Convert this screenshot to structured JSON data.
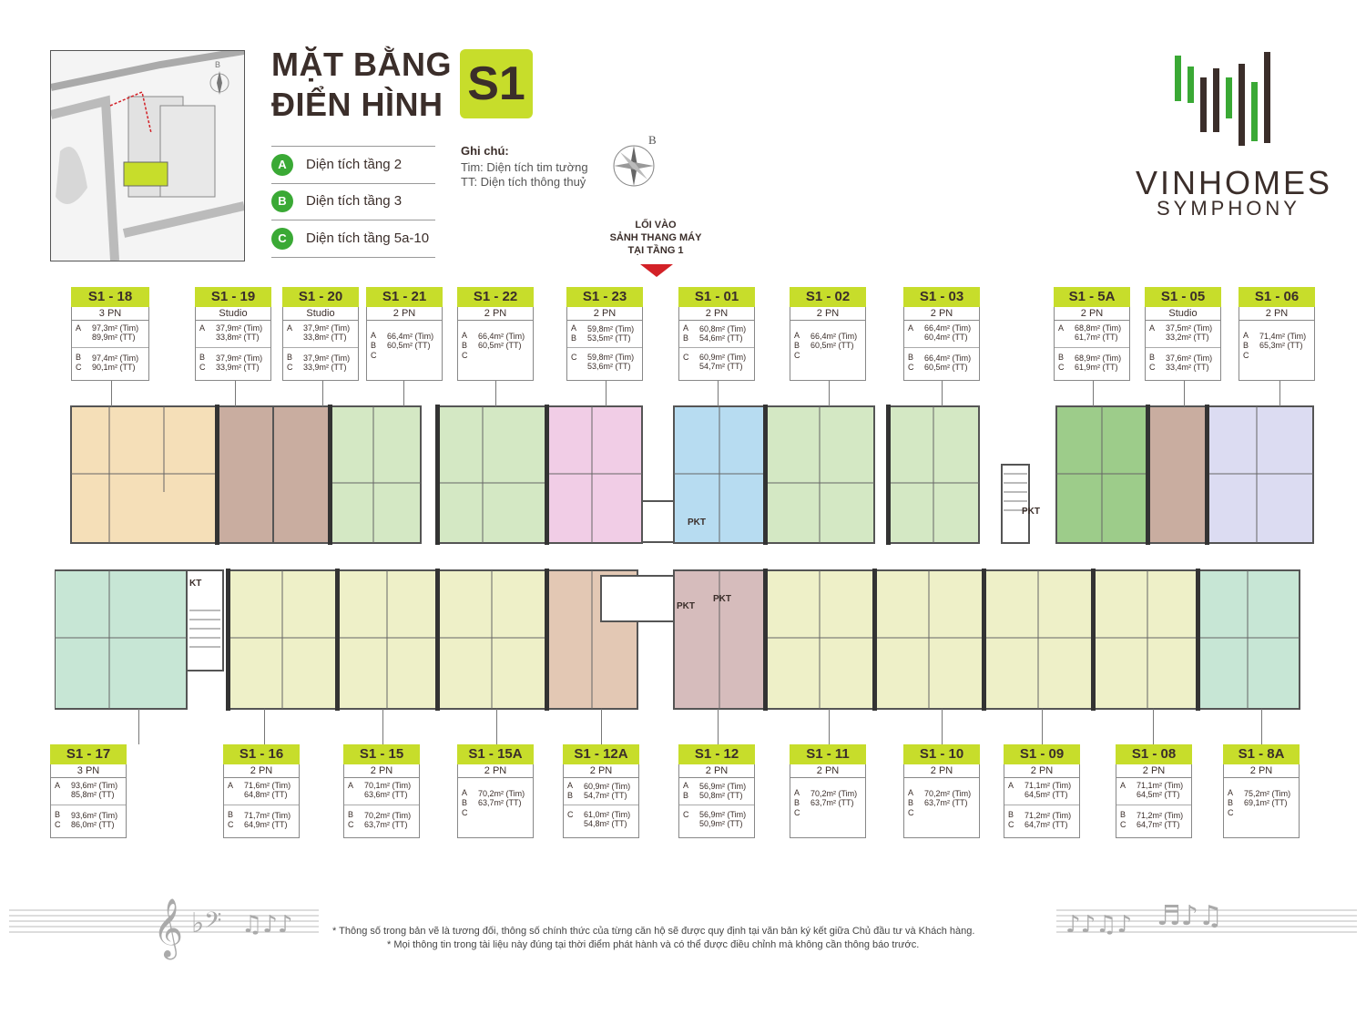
{
  "header": {
    "title_line1": "MẶT BẰNG",
    "title_line2": "ĐIỂN HÌNH",
    "building_code": "S1"
  },
  "legend": [
    {
      "letter": "A",
      "label": "Diện tích tầng 2"
    },
    {
      "letter": "B",
      "label": "Diện tích tầng 3"
    },
    {
      "letter": "C",
      "label": "Diện tích tầng 5a-10"
    }
  ],
  "notes": {
    "title": "Ghi chú:",
    "line1": "Tim: Diện tích tim tường",
    "line2": "TT: Diện tích thông thuỷ"
  },
  "compass_label": "B",
  "entry": {
    "line1": "LỐI VÀO",
    "line2": "SẢNH THANG MÁY",
    "line3": "TẠI TẦNG 1"
  },
  "brand": {
    "line1": "VINHOMES",
    "line2": "SYMPHONY"
  },
  "colors": {
    "accent": "#c7dd2b",
    "brand_green": "#3aa935",
    "text_dark": "#3b2e2a",
    "entry_arrow": "#d32127"
  },
  "plan_labels": {
    "pkt": "PKT",
    "kt": "KT"
  },
  "units_top": [
    {
      "code": "S1 - 18",
      "type": "3 PN",
      "rows": [
        {
          "letters": "A",
          "area": "97,3m² (Tim)\n89,9m² (TT)"
        },
        {
          "letters": "B\nC",
          "area": "97,4m² (Tim)\n90,1m² (TT)"
        }
      ]
    },
    {
      "code": "S1 - 19",
      "type": "Studio",
      "rows": [
        {
          "letters": "A",
          "area": "37,9m² (Tim)\n33,8m² (TT)"
        },
        {
          "letters": "B\nC",
          "area": "37,9m² (Tim)\n33,9m² (TT)"
        }
      ]
    },
    {
      "code": "S1 - 20",
      "type": "Studio",
      "rows": [
        {
          "letters": "A",
          "area": "37,9m² (Tim)\n33,8m² (TT)"
        },
        {
          "letters": "B\nC",
          "area": "37,9m² (Tim)\n33,9m² (TT)"
        }
      ]
    },
    {
      "code": "S1 - 21",
      "type": "2 PN",
      "rows": [
        {
          "letters": "A\nB\nC",
          "area": "66,4m² (Tim)\n60,5m² (TT)"
        }
      ]
    },
    {
      "code": "S1 - 22",
      "type": "2 PN",
      "rows": [
        {
          "letters": "A\nB\nC",
          "area": "66,4m² (Tim)\n60,5m² (TT)"
        }
      ]
    },
    {
      "code": "S1 - 23",
      "type": "2 PN",
      "rows": [
        {
          "letters": "A\nB",
          "area": "59,8m² (Tim)\n53,5m² (TT)"
        },
        {
          "letters": "C",
          "area": "59,8m² (Tim)\n53,6m² (TT)"
        }
      ]
    },
    {
      "code": "S1 - 01",
      "type": "2 PN",
      "rows": [
        {
          "letters": "A\nB",
          "area": "60,8m² (Tim)\n54,6m² (TT)"
        },
        {
          "letters": "C",
          "area": "60,9m² (Tim)\n54,7m² (TT)"
        }
      ]
    },
    {
      "code": "S1 - 02",
      "type": "2 PN",
      "rows": [
        {
          "letters": "A\nB\nC",
          "area": "66,4m² (Tim)\n60,5m² (TT)"
        }
      ]
    },
    {
      "code": "S1 - 03",
      "type": "2 PN",
      "rows": [
        {
          "letters": "A",
          "area": "66,4m² (Tim)\n60,4m² (TT)"
        },
        {
          "letters": "B\nC",
          "area": "66,4m² (Tim)\n60,5m² (TT)"
        }
      ]
    },
    {
      "code": "S1 - 5A",
      "type": "2 PN",
      "rows": [
        {
          "letters": "A",
          "area": "68,8m² (Tim)\n61,7m² (TT)"
        },
        {
          "letters": "B\nC",
          "area": "68,9m² (Tim)\n61,9m² (TT)"
        }
      ]
    },
    {
      "code": "S1 - 05",
      "type": "Studio",
      "rows": [
        {
          "letters": "A",
          "area": "37,5m² (Tim)\n33,2m² (TT)"
        },
        {
          "letters": "B\nC",
          "area": "37,6m² (Tim)\n33,4m² (TT)"
        }
      ]
    },
    {
      "code": "S1 - 06",
      "type": "2 PN",
      "rows": [
        {
          "letters": "A\nB\nC",
          "area": "71,4m² (Tim)\n65,3m² (TT)"
        }
      ]
    }
  ],
  "units_bottom": [
    {
      "code": "S1 - 17",
      "type": "3 PN",
      "rows": [
        {
          "letters": "A",
          "area": "93,6m² (Tim)\n85,8m² (TT)"
        },
        {
          "letters": "B\nC",
          "area": "93,6m² (Tim)\n86,0m² (TT)"
        }
      ]
    },
    {
      "code": "S1 - 16",
      "type": "2 PN",
      "rows": [
        {
          "letters": "A",
          "area": "71,6m² (Tim)\n64,8m² (TT)"
        },
        {
          "letters": "B\nC",
          "area": "71,7m² (Tim)\n64,9m² (TT)"
        }
      ]
    },
    {
      "code": "S1 - 15",
      "type": "2 PN",
      "rows": [
        {
          "letters": "A",
          "area": "70,1m² (Tim)\n63,6m² (TT)"
        },
        {
          "letters": "B\nC",
          "area": "70,2m² (Tim)\n63,7m² (TT)"
        }
      ]
    },
    {
      "code": "S1 - 15A",
      "type": "2 PN",
      "rows": [
        {
          "letters": "A\nB\nC",
          "area": "70,2m² (Tim)\n63,7m² (TT)"
        }
      ]
    },
    {
      "code": "S1 - 12A",
      "type": "2 PN",
      "rows": [
        {
          "letters": "A\nB",
          "area": "60,9m² (Tim)\n54,7m² (TT)"
        },
        {
          "letters": "C",
          "area": "61,0m² (Tim)\n54,8m² (TT)"
        }
      ]
    },
    {
      "code": "S1 - 12",
      "type": "2 PN",
      "rows": [
        {
          "letters": "A\nB",
          "area": "56,9m² (Tim)\n50,8m² (TT)"
        },
        {
          "letters": "C",
          "area": "56,9m² (Tim)\n50,9m² (TT)"
        }
      ]
    },
    {
      "code": "S1 - 11",
      "type": "2 PN",
      "rows": [
        {
          "letters": "A\nB\nC",
          "area": "70,2m² (Tim)\n63,7m² (TT)"
        }
      ]
    },
    {
      "code": "S1 - 10",
      "type": "2 PN",
      "rows": [
        {
          "letters": "A\nB\nC",
          "area": "70,2m² (Tim)\n63,7m² (TT)"
        }
      ]
    },
    {
      "code": "S1 - 09",
      "type": "2 PN",
      "rows": [
        {
          "letters": "A",
          "area": "71,1m² (Tim)\n64,5m² (TT)"
        },
        {
          "letters": "B\nC",
          "area": "71,2m² (Tim)\n64,7m² (TT)"
        }
      ]
    },
    {
      "code": "S1 - 08",
      "type": "2 PN",
      "rows": [
        {
          "letters": "A",
          "area": "71,1m² (Tim)\n64,5m² (TT)"
        },
        {
          "letters": "B\nC",
          "area": "71,2m² (Tim)\n64,7m² (TT)"
        }
      ]
    },
    {
      "code": "S1 - 8A",
      "type": "2 PN",
      "rows": [
        {
          "letters": "A\nB\nC",
          "area": "75,2m² (Tim)\n69,1m² (TT)"
        }
      ]
    }
  ],
  "footnotes": {
    "line1": "* Thông số trong bản vẽ là tương đối, thông số chính thức của từng căn hộ sẽ được quy định tại văn bản ký kết giữa Chủ đầu tư và Khách hàng.",
    "line2": "* Mọi thông tin trong tài liệu này đúng tại thời điểm phát hành và có thể được điều chỉnh mà không cần thông báo trước."
  }
}
